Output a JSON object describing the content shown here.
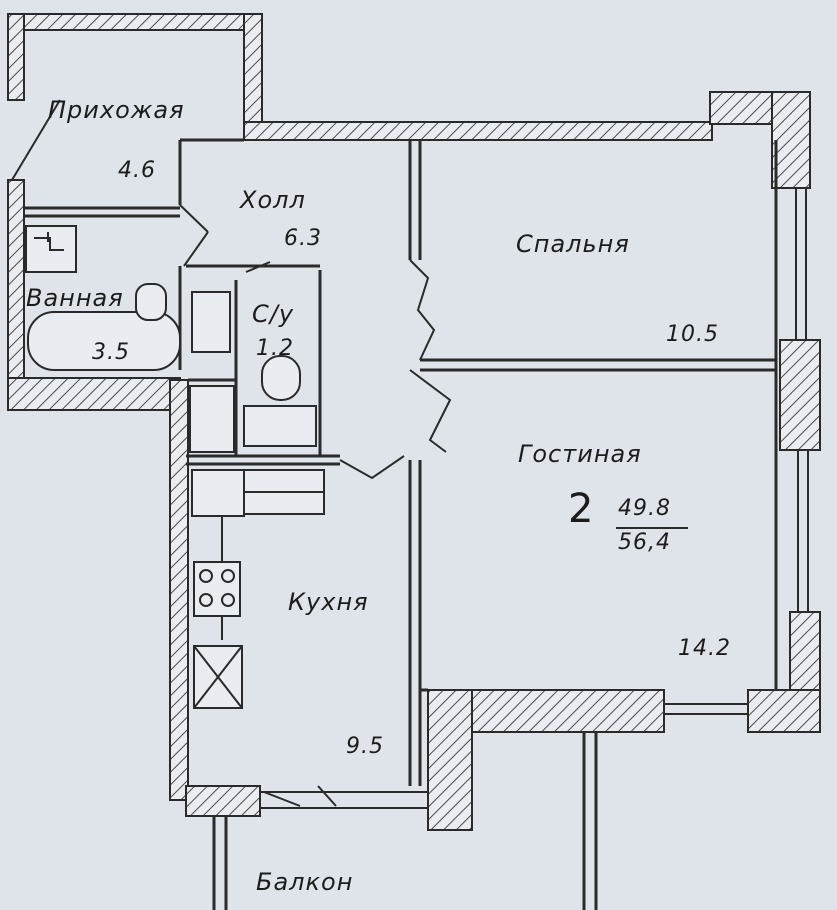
{
  "rooms": {
    "prihozhaya": {
      "name": "Прихожая",
      "area": "4.6"
    },
    "holl": {
      "name": "Холл",
      "area": "6.3"
    },
    "vannaya": {
      "name": "Ванная",
      "area": "3.5"
    },
    "su": {
      "name": "С/у",
      "area": "1.2"
    },
    "spalnya": {
      "name": "Спальня",
      "area": "10.5"
    },
    "gostinaya": {
      "name": "Гостиная",
      "area": "14.2"
    },
    "kuhnya": {
      "name": "Кухня",
      "area": "9.5"
    },
    "balkon": {
      "name": "Балкон"
    }
  },
  "summary": {
    "rooms_count": "2",
    "living_area": "49.8",
    "total_area": "56,4"
  },
  "colors": {
    "background": "#dfe4ea",
    "wall": "#2a2a2a",
    "hatch": "#4a4a4a"
  }
}
